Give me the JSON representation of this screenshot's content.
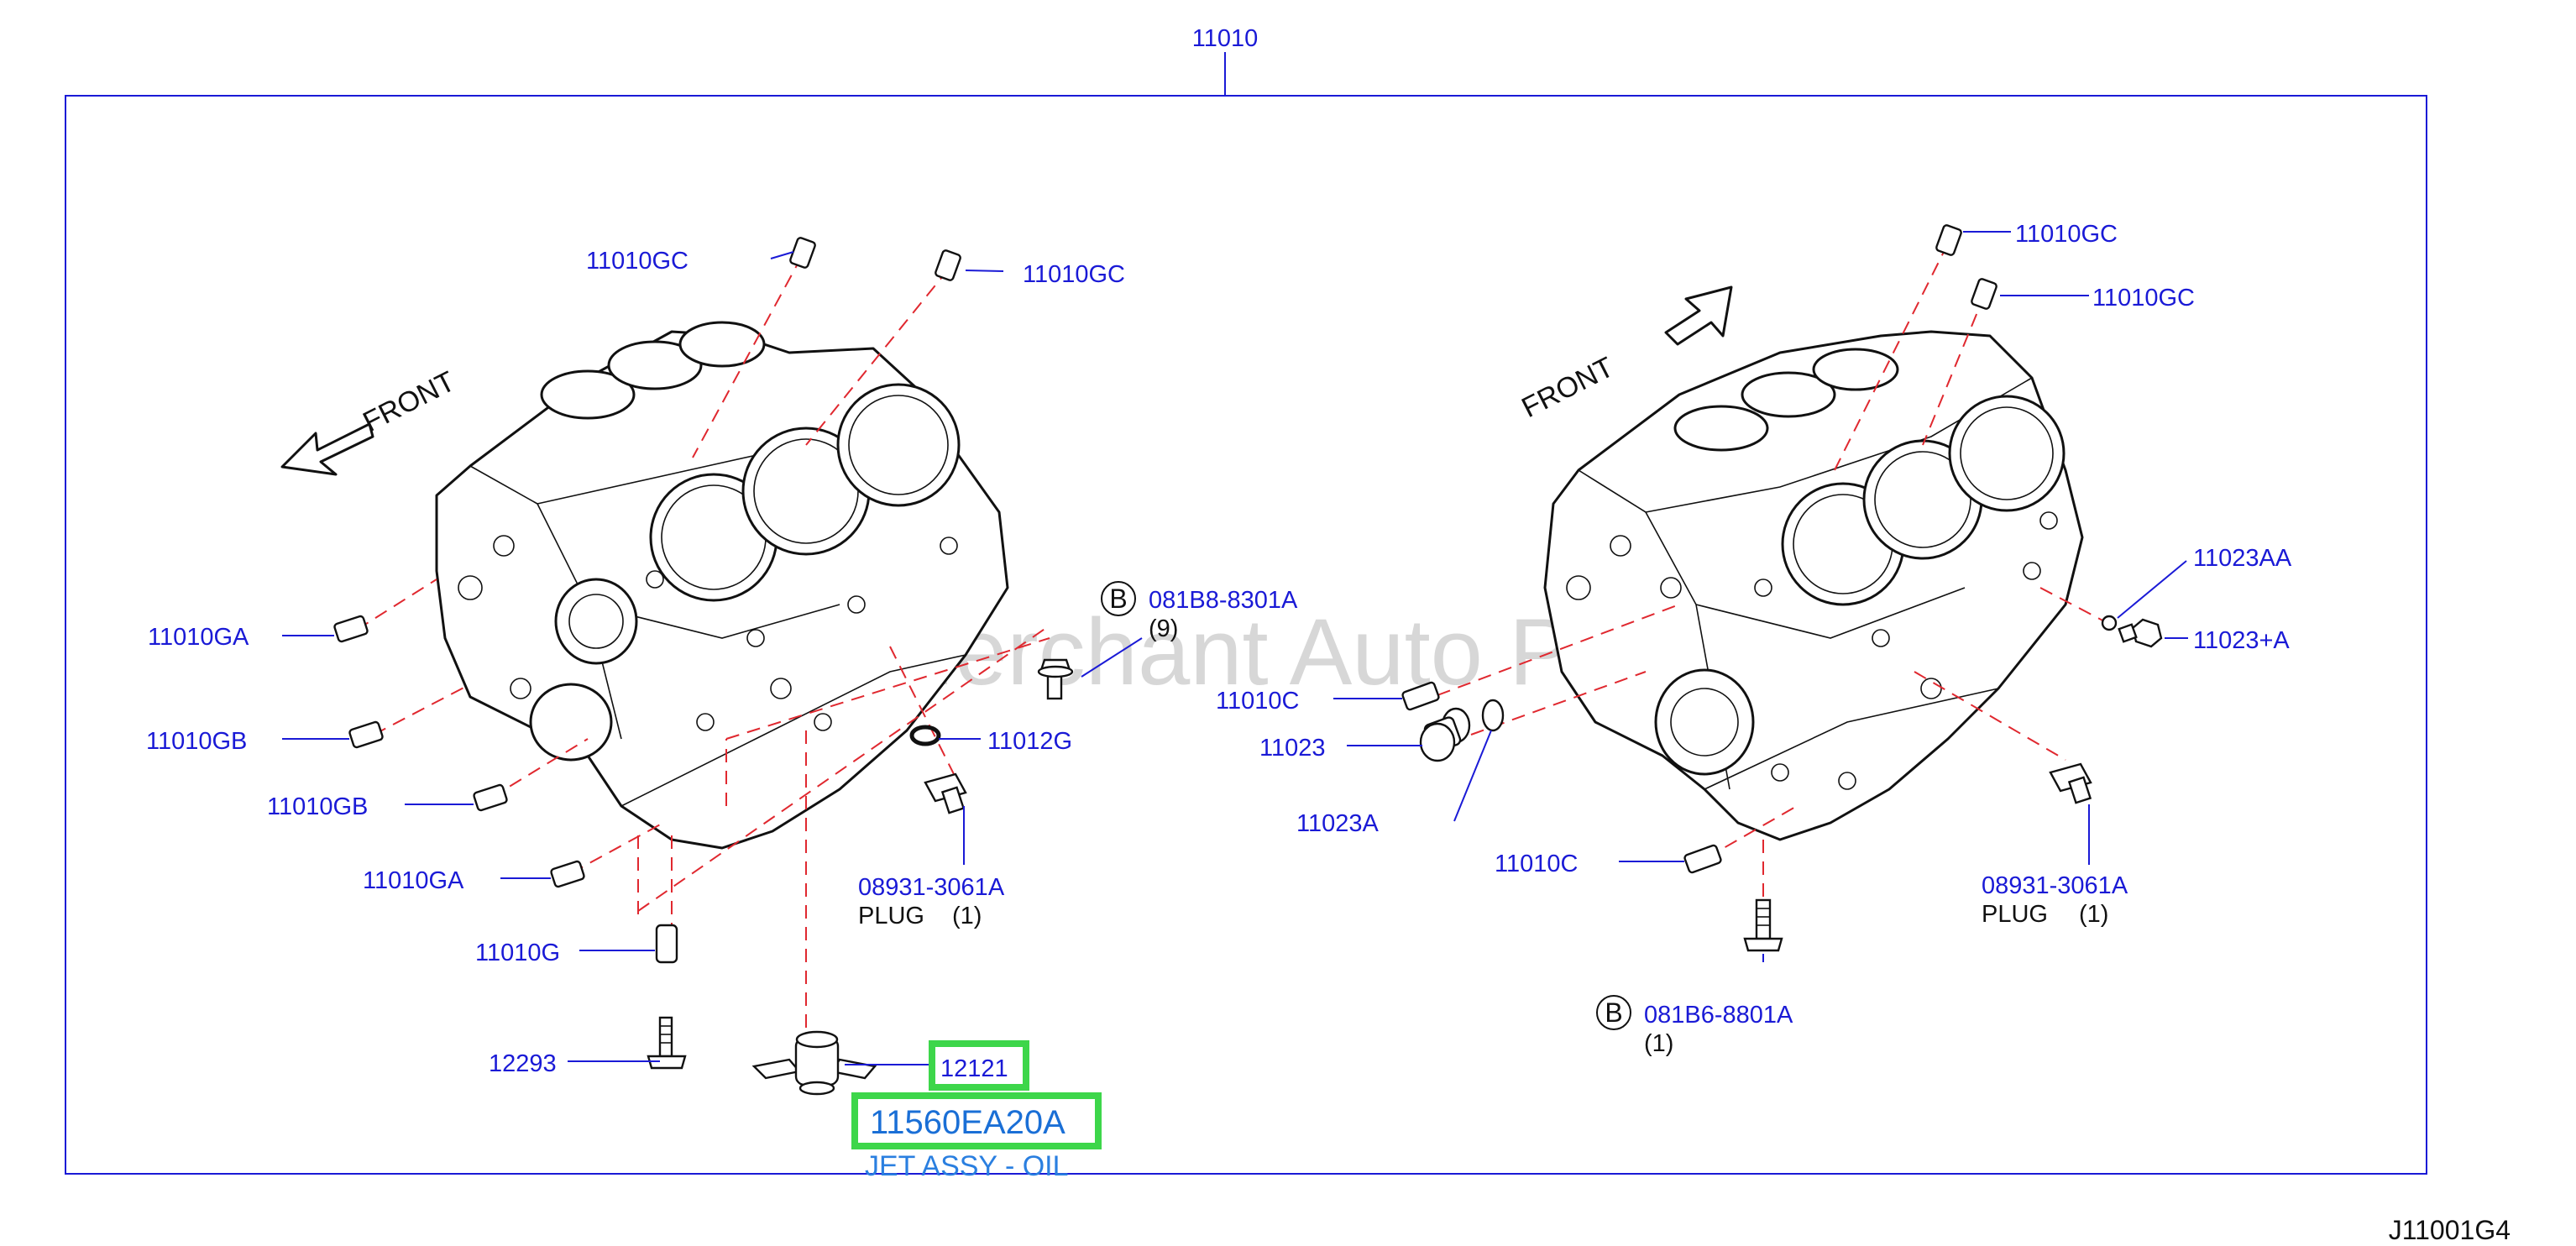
{
  "watermark": "Multi-Merchant Auto Parts Store",
  "diagram_code": "J11001G4",
  "main_part": "11010",
  "left_block": {
    "front_label": "FRONT",
    "labels": {
      "gc1": "11010GC",
      "gc2": "11010GC",
      "ga1": "11010GA",
      "gb1": "11010GB",
      "gb2": "11010GB",
      "ga2": "11010GA",
      "g": "11010G",
      "p12293": "12293",
      "p12121": "12121",
      "jet_part": "11560EA20A",
      "jet_desc": "JET ASSY - OIL",
      "bolt_badge": "B",
      "bolt_part": "081B8-8301A",
      "bolt_qty": "(9)",
      "oring": "11012G",
      "plug_part": "08931-3061A",
      "plug_desc": "PLUG",
      "plug_qty": "(1)"
    }
  },
  "right_block": {
    "front_label": "FRONT",
    "labels": {
      "gc1": "11010GC",
      "gc2": "11010GC",
      "aa": "11023AA",
      "plus_a": "11023+A",
      "c1": "11010C",
      "p11023": "11023",
      "p11023a": "11023A",
      "c2": "11010C",
      "plug_part": "08931-3061A",
      "plug_desc": "PLUG",
      "plug_qty": "(1)",
      "bolt_badge": "B",
      "bolt_part": "081B6-8801A",
      "bolt_qty": "(1)"
    }
  },
  "colors": {
    "label": "#1a1ad6",
    "highlight_box": "#3dd64a",
    "dash_line": "#e0282f",
    "description": "#2a7fe0"
  }
}
